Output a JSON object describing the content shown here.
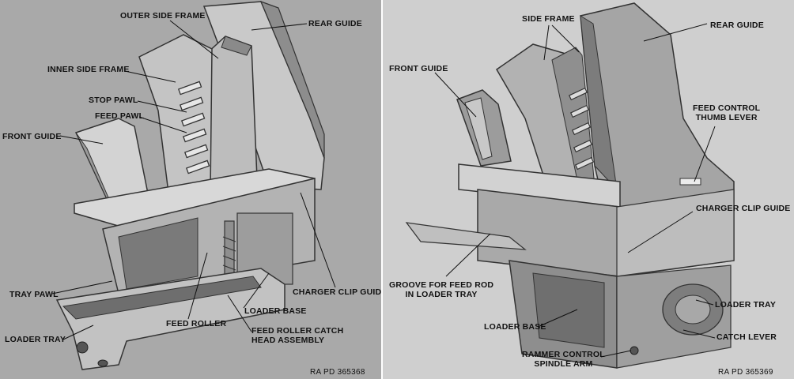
{
  "left_figure": {
    "labels": {
      "outer_side_frame": "OUTER SIDE FRAME",
      "rear_guide": "REAR GUIDE",
      "inner_side_frame": "INNER SIDE FRAME",
      "stop_pawl": "STOP PAWL",
      "feed_pawl": "FEED PAWL",
      "front_guide": "FRONT GUIDE",
      "charger_clip_guide": "CHARGER CLIP GUIDE",
      "tray_pawl": "TRAY PAWL",
      "loader_base": "LOADER BASE",
      "feed_roller": "FEED ROLLER",
      "feed_roller_catch_1": "FEED ROLLER CATCH",
      "feed_roller_catch_2": "HEAD ASSEMBLY",
      "loader_tray": "LOADER TRAY"
    },
    "reference": "RA PD  365368"
  },
  "right_figure": {
    "labels": {
      "side_frame": "SIDE FRAME",
      "rear_guide": "REAR GUIDE",
      "front_guide": "FRONT GUIDE",
      "feed_control_1": "FEED CONTROL",
      "feed_control_2": "THUMB LEVER",
      "charger_clip_guide": "CHARGER CLIP GUIDE",
      "groove_1": "GROOVE FOR FEED ROD",
      "groove_2": "IN LOADER TRAY",
      "loader_tray": "LOADER TRAY",
      "loader_base": "LOADER BASE",
      "catch_lever": "CATCH LEVER",
      "rammer_1": "RAMMER CONTROL",
      "rammer_2": "SPINDLE ARM"
    },
    "reference": "RA PD  365369"
  }
}
